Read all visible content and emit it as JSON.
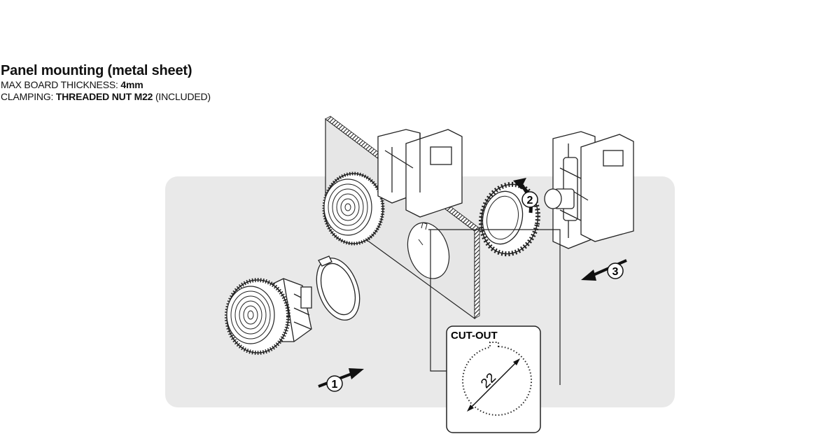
{
  "header": {
    "title": "Panel mounting (metal sheet)",
    "thickness_label": "MAX BOARD THICKNESS: ",
    "thickness_value": "4mm",
    "clamping_label": "CLAMPING: ",
    "clamping_value": "THREADED NUT M22",
    "clamping_note": " (INCLUDED)"
  },
  "steps": [
    "1",
    "2",
    "3"
  ],
  "cutout": {
    "title": "CUT-OUT",
    "diameter": "22"
  },
  "colors": {
    "background_panel": "#e9e9e9",
    "line": "#111111",
    "sheet": "#e6e6e6"
  }
}
